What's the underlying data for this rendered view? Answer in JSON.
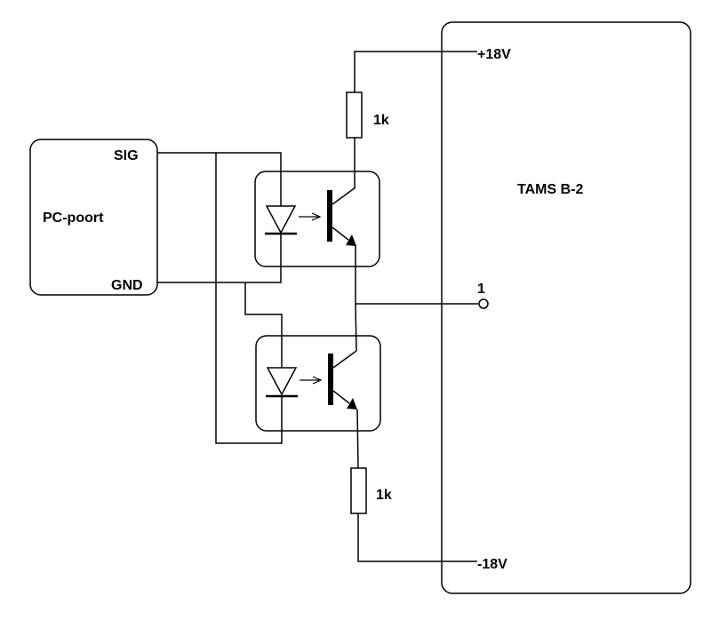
{
  "pc_port": {
    "title": "PC-poort",
    "pin_sig": "SIG",
    "pin_gnd": "GND"
  },
  "tams_module": {
    "title": "TAMS B-2",
    "pin_plus": "+18V",
    "pin_minus": "-18V",
    "pin_out": "1"
  },
  "resistor_top": {
    "value": "1k"
  },
  "resistor_bottom": {
    "value": "1k"
  },
  "colors": {
    "line": "#000000",
    "background": "#ffffff"
  }
}
